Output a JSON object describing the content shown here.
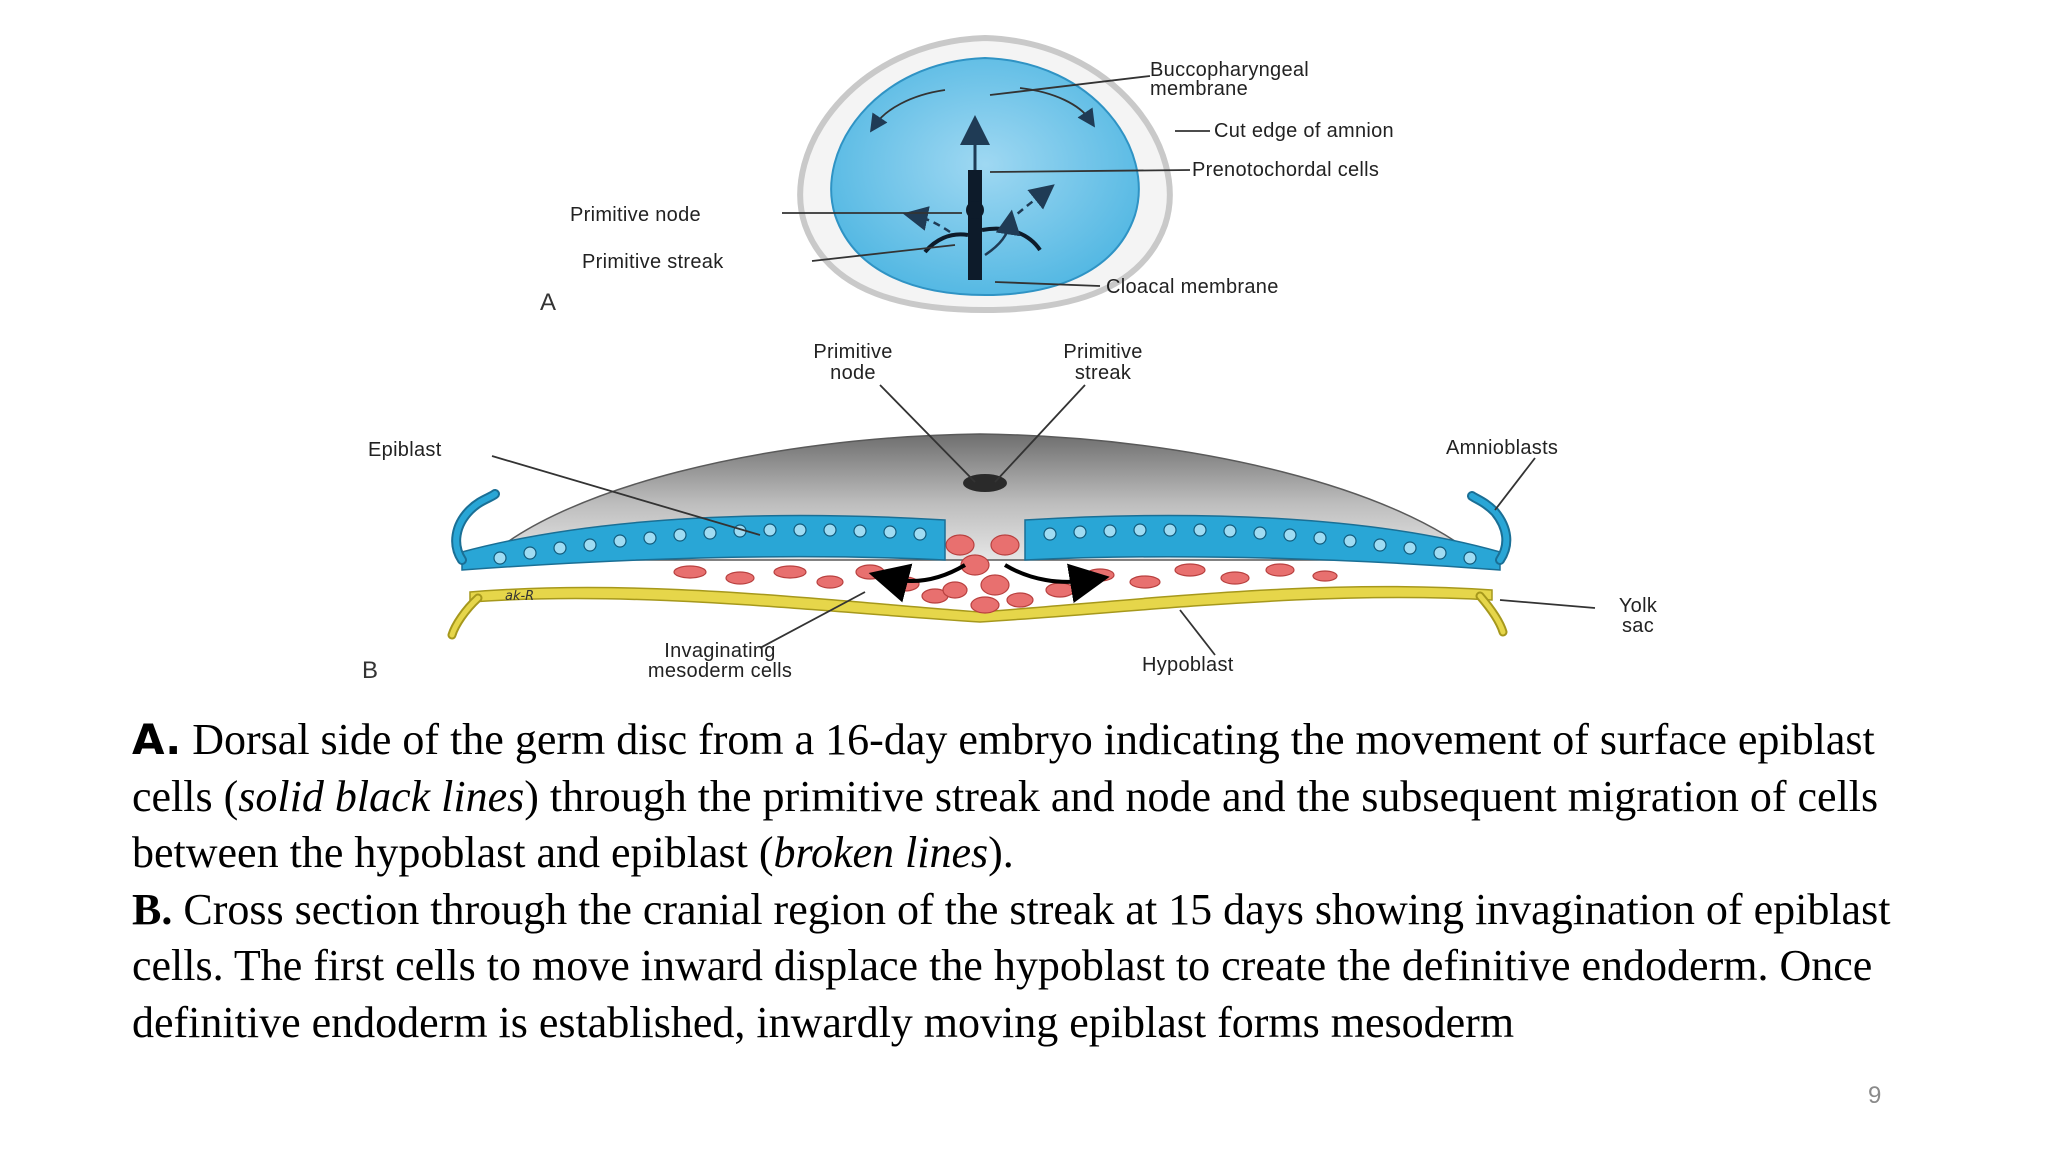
{
  "figure_a": {
    "panel_label": "A",
    "labels": {
      "buccopharyngeal_line1": "Buccopharyngeal",
      "buccopharyngeal_line2": "membrane",
      "cut_edge_amnion": "Cut edge of amnion",
      "prenotochordal": "Prenotochordal cells",
      "primitive_node": "Primitive node",
      "primitive_streak": "Primitive streak",
      "cloacal_membrane": "Cloacal membrane"
    }
  },
  "figure_b": {
    "panel_label": "B",
    "labels": {
      "primitive_node_line1": "Primitive",
      "primitive_node_line2": "node",
      "primitive_streak_line1": "Primitive",
      "primitive_streak_line2": "streak",
      "epiblast": "Epiblast",
      "amnioblasts": "Amnioblasts",
      "yolk_sac_line1": "Yolk",
      "yolk_sac_line2": "sac",
      "invaginating_line1": "Invaginating",
      "invaginating_line2": "mesoderm cells",
      "hypoblast": "Hypoblast",
      "signature": "ak-R"
    },
    "colors": {
      "epiblast": "#29a6d6",
      "mesoderm": "#e8706f",
      "hypoblast": "#e6d64a",
      "amnion": "#8a8a8a"
    }
  },
  "caption": {
    "a_label": "A.",
    "a_text_1": " Dorsal side of the germ disc from a 16-day embryo indicating the movement of surface epiblast cells (",
    "a_italic_1": "solid black lines",
    "a_text_2": ") through the primitive streak and node and the subsequent migration of cells between the hypoblast and epiblast (",
    "a_italic_2": "broken lines",
    "a_text_3": ").",
    "b_label": "B.",
    "b_text": " Cross section through the cranial region of the streak at 15 days showing invagination of epiblast cells. The first cells to move inward displace the hypoblast to create the definitive endoderm. Once definitive endoderm is established, inwardly moving epiblast forms mesoderm"
  },
  "page_number": "9"
}
